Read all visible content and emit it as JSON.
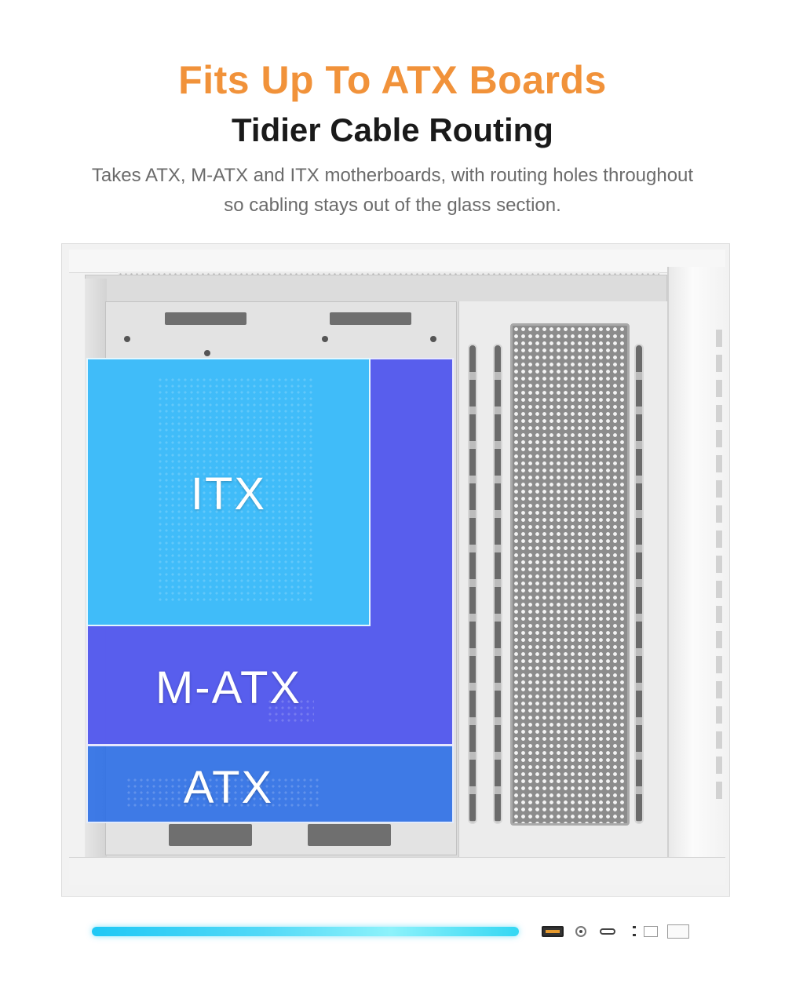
{
  "header": {
    "headline": "Fits Up To ATX Boards",
    "subheadline": "Tidier Cable Routing",
    "description_line1": "Takes ATX, M-ATX and ITX motherboards, with routing holes throughout",
    "description_line2": "so cabling stays out of the glass section."
  },
  "boards": {
    "itx": {
      "label": "ITX",
      "color": "#3ec4fa"
    },
    "matx": {
      "label": "M-ATX",
      "color": "#5c5aee"
    },
    "atx": {
      "label": "ATX",
      "color": "#2369e6"
    }
  },
  "colors": {
    "headline": "#f1923a",
    "subheadline": "#1a1a1a",
    "description": "#6b6b6b",
    "rgb_strip": "#1fc8f5"
  },
  "front_io_icons": [
    "usb-a-port-icon",
    "audio-jack-icon",
    "usb-c-port-icon",
    "status-led-icon",
    "reset-button-icon",
    "power-button-icon"
  ]
}
